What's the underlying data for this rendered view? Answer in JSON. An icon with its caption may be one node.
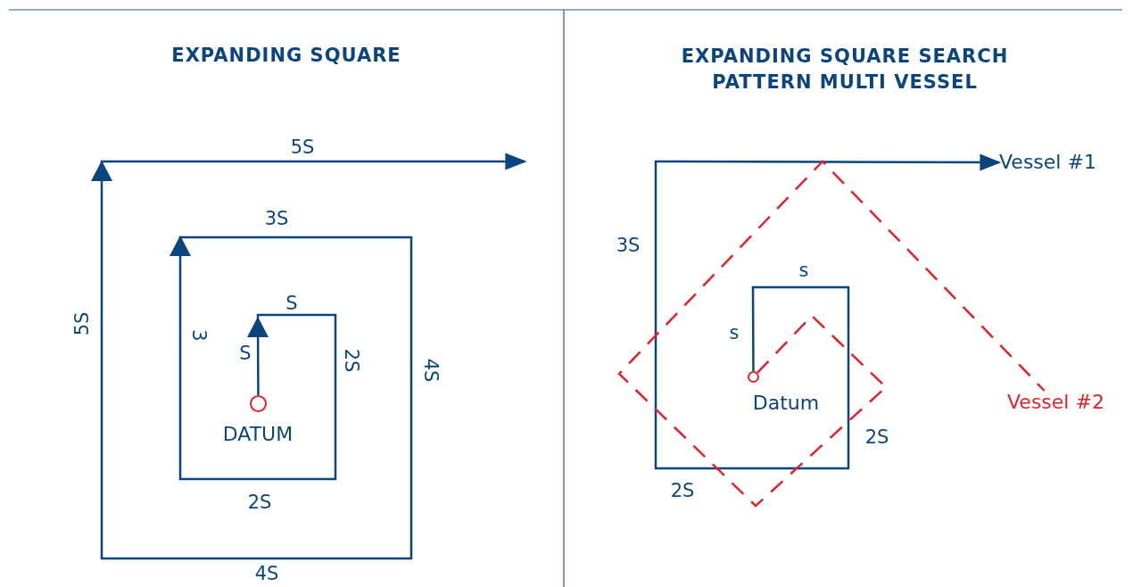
{
  "diagram": {
    "nodes": [
      {
        "text": [],
        "shape": "circle",
        "beside": [
          "DATUM"
        ]
      },
      {
        "text": [],
        "shape": "circle",
        "beside": [
          "Datum"
        ]
      },
      {
        "text": [
          "Vessel #1"
        ]
      },
      {
        "text": [
          "Vessel #2"
        ]
      }
    ],
    "edges": [
      {
        "from": 0,
        "to": null,
        "arrow": "to"
      },
      {
        "from": 1,
        "to": 2,
        "arrow": "to"
      },
      {
        "from": 1,
        "to": 3,
        "arrow": "none",
        "style": "dashed",
        "color": "#e8202a"
      }
    ],
    "labels": [
      "EXPANDING SQUARE",
      "EXPANDING SQUARE SEARCH PATTERN MULTI VESSEL",
      "5S",
      "5S",
      "3S",
      "S",
      "3",
      "S",
      "2S",
      "4S",
      "2S",
      "4S",
      "3S",
      "s",
      "s",
      "2S",
      "2S"
    ]
  }
}
